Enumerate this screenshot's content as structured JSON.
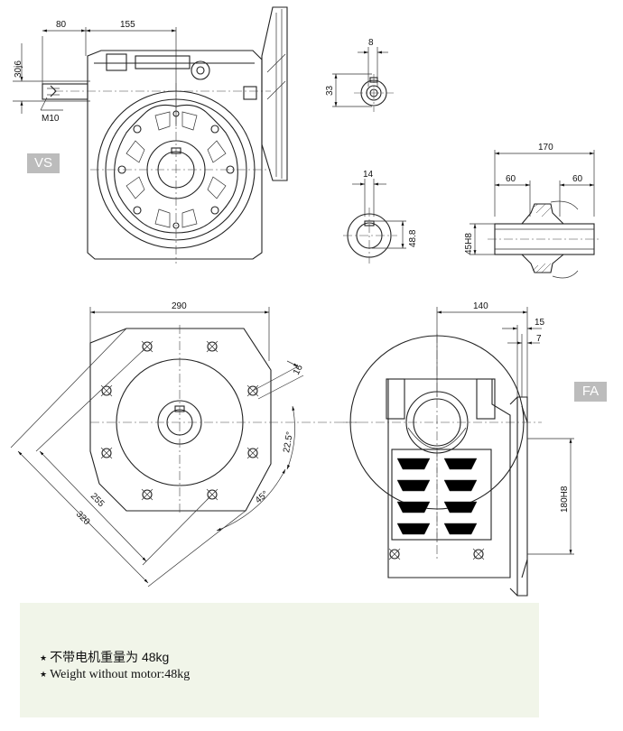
{
  "views": {
    "vs_label": "VS",
    "fa_label": "FA"
  },
  "dimensions": {
    "d80": "80",
    "d155": "155",
    "d30j6": "30j6",
    "m10": "M10",
    "d8": "8",
    "d33": "33",
    "d170": "170",
    "d60_left": "60",
    "d60_right": "60",
    "d14": "14",
    "d48_8": "48.8",
    "d45h8": "45H8",
    "d290": "290",
    "d16": "16",
    "d22_5": "22.5°",
    "d45deg": "45°",
    "d255": "255",
    "d320": "320",
    "d140": "140",
    "d15": "15",
    "d7": "7",
    "d180h8": "180H8"
  },
  "notes": {
    "weight_cn": "不带电机重量为 48kg",
    "weight_en": "Weight without motor:48kg",
    "bullet": "★"
  }
}
